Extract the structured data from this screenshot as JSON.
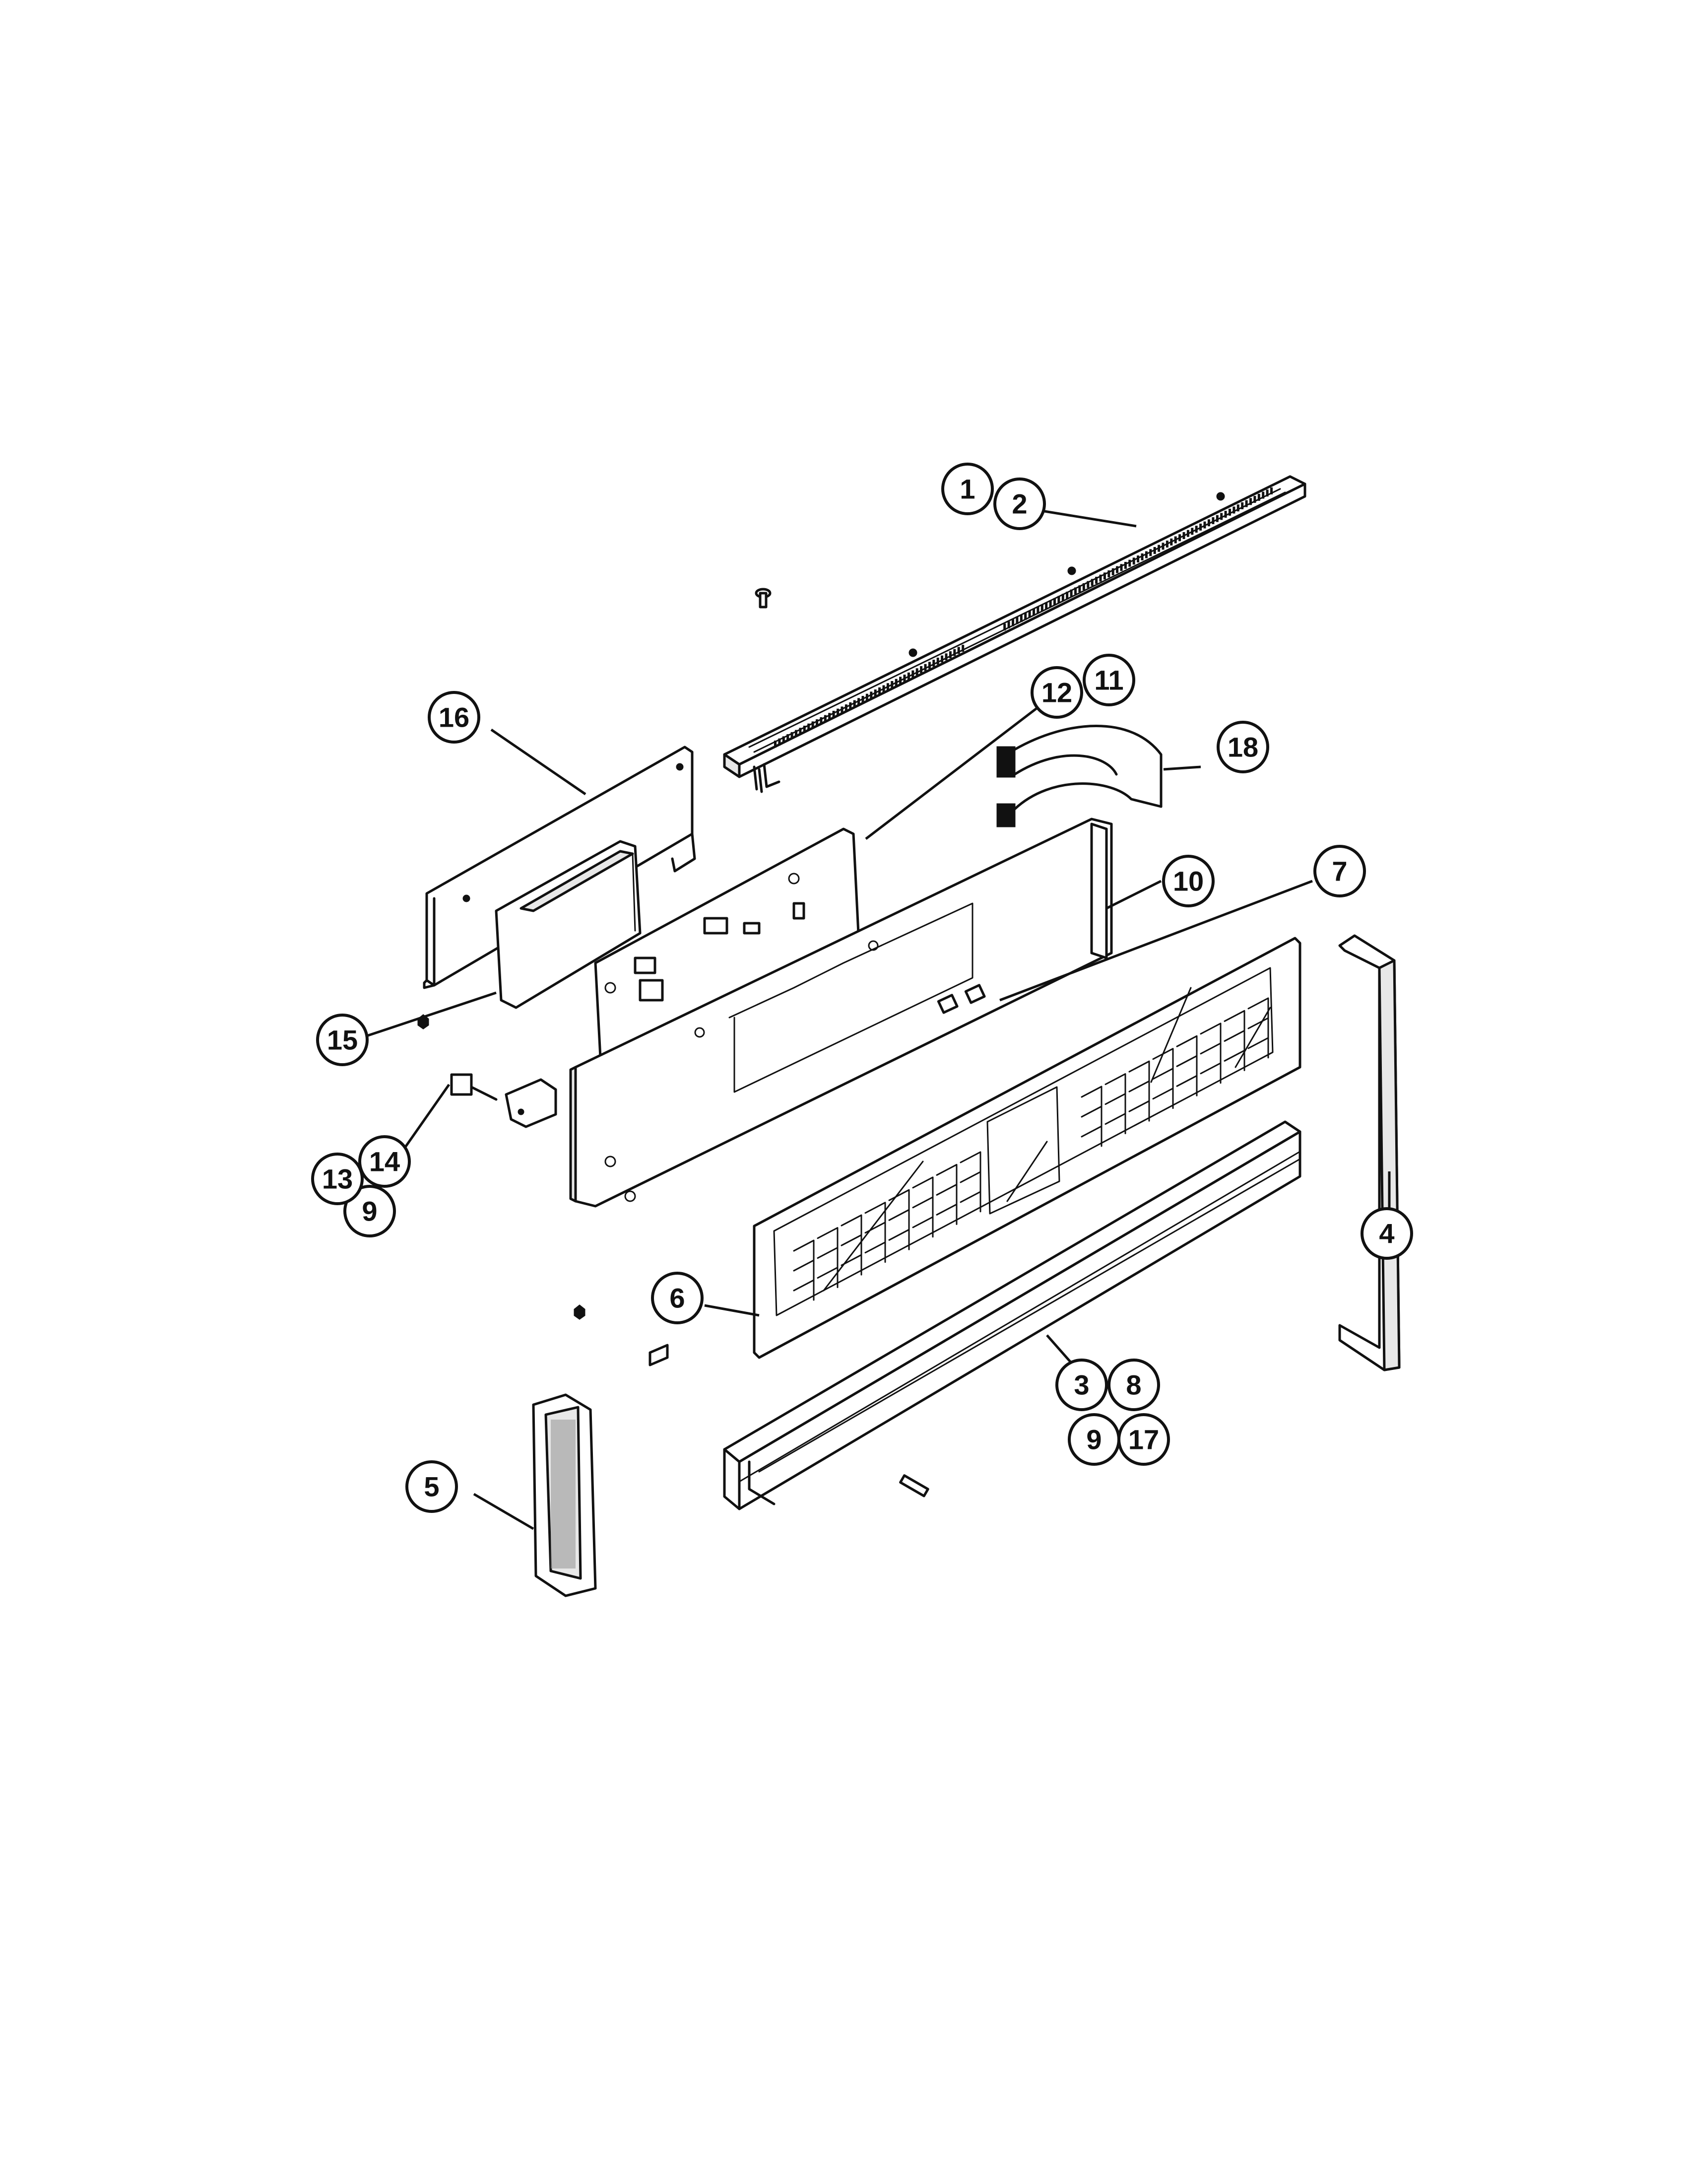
{
  "diagram": {
    "type": "exploded-parts-view",
    "callouts": [
      {
        "id": "c1",
        "label": "1"
      },
      {
        "id": "c2",
        "label": "2"
      },
      {
        "id": "c3",
        "label": "3"
      },
      {
        "id": "c4",
        "label": "4"
      },
      {
        "id": "c5",
        "label": "5"
      },
      {
        "id": "c6",
        "label": "6"
      },
      {
        "id": "c7",
        "label": "7"
      },
      {
        "id": "c8",
        "label": "8"
      },
      {
        "id": "c9a",
        "label": "9"
      },
      {
        "id": "c9b",
        "label": "9"
      },
      {
        "id": "c10",
        "label": "10"
      },
      {
        "id": "c11",
        "label": "11"
      },
      {
        "id": "c12",
        "label": "12"
      },
      {
        "id": "c13",
        "label": "13"
      },
      {
        "id": "c14",
        "label": "14"
      },
      {
        "id": "c15",
        "label": "15"
      },
      {
        "id": "c16",
        "label": "16"
      },
      {
        "id": "c17",
        "label": "17"
      },
      {
        "id": "c18",
        "label": "18"
      }
    ]
  }
}
